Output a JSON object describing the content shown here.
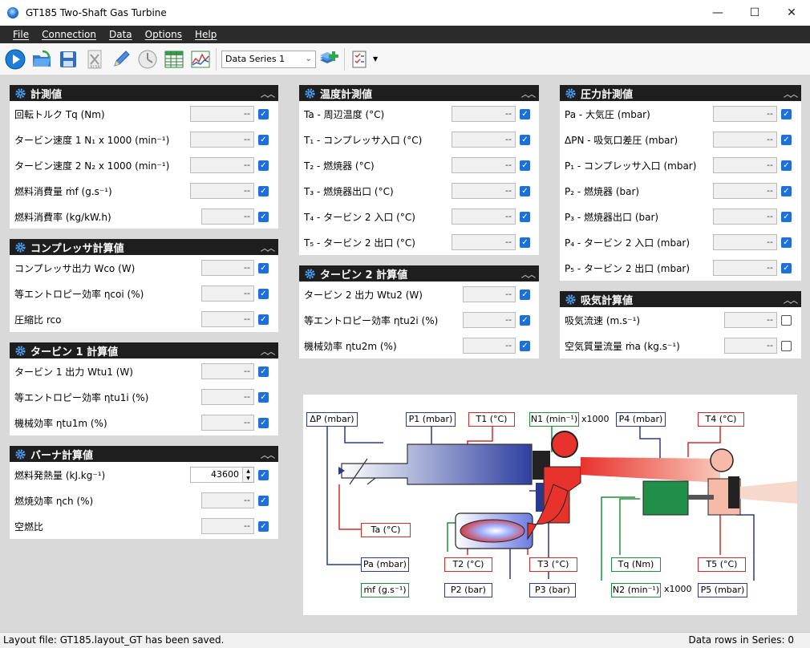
{
  "window": {
    "title": "GT185 Two-Shaft Gas Turbine",
    "minimize": "—",
    "maximize": "☐",
    "close": "✕"
  },
  "menu": {
    "file": "File",
    "connection": "Connection",
    "data": "Data",
    "options": "Options",
    "help": "Help"
  },
  "toolbar": {
    "series_selected": "Data Series 1"
  },
  "panels": {
    "measured": {
      "title": "計測値",
      "rows": [
        {
          "label": "回転トルク Tq (Nm)",
          "value": "--"
        },
        {
          "label": "タービン速度 1 N₁ x 1000 (min⁻¹)",
          "value": "--"
        },
        {
          "label": "タービン速度 2 N₂ x 1000 (min⁻¹)",
          "value": "--"
        },
        {
          "label": "燃料消費量 ṁf (g.s⁻¹)",
          "value": "--"
        },
        {
          "label": "燃料消費率 (kg/kW.h)",
          "value": "--"
        }
      ]
    },
    "compressor": {
      "title": "コンプレッサ計算値",
      "rows": [
        {
          "label": "コンプレッサ出力 Wco (W)",
          "value": "--"
        },
        {
          "label": "等エントロピー効率 ηcoi (%)",
          "value": "--"
        },
        {
          "label": "圧縮比 rco",
          "value": "--"
        }
      ]
    },
    "turbine1": {
      "title": "タービン 1 計算値",
      "rows": [
        {
          "label": "タービン 1 出力 Wtu1 (W)",
          "value": "--"
        },
        {
          "label": "等エントロピー効率 ηtu1i (%)",
          "value": "--"
        },
        {
          "label": "機械効率 ηtu1m (%)",
          "value": "--"
        }
      ]
    },
    "burner": {
      "title": "バーナ計算値",
      "rows": [
        {
          "label": "燃料発熱量 (kJ.kg⁻¹)",
          "value": "43600"
        },
        {
          "label": "燃焼効率 ηch (%)",
          "value": "--"
        },
        {
          "label": "空燃比",
          "value": "--"
        }
      ]
    },
    "temperature": {
      "title": "温度計測値",
      "rows": [
        {
          "label": "Ta - 周辺温度 (°C)",
          "value": "--"
        },
        {
          "label": "T₁ - コンプレッサ入口 (°C)",
          "value": "--"
        },
        {
          "label": "T₂ - 燃焼器 (°C)",
          "value": "--"
        },
        {
          "label": "T₃ - 燃焼器出口 (°C)",
          "value": "--"
        },
        {
          "label": "T₄ - タービン 2 入口 (°C)",
          "value": "--"
        },
        {
          "label": "T₅ - タービン 2 出口 (°C)",
          "value": "--"
        }
      ]
    },
    "turbine2": {
      "title": "タービン 2 計算値",
      "rows": [
        {
          "label": "タービン 2 出力 Wtu2 (W)",
          "value": "--"
        },
        {
          "label": "等エントロピー効率 ηtu2i (%)",
          "value": "--"
        },
        {
          "label": "機械効率 ηtu2m (%)",
          "value": "--"
        }
      ]
    },
    "pressure": {
      "title": "圧力計測値",
      "rows": [
        {
          "label": "Pa - 大気圧 (mbar)",
          "value": "--"
        },
        {
          "label": "ΔPN - 吸気口差圧 (mbar)",
          "value": "--"
        },
        {
          "label": "P₁ - コンプレッサ入口 (mbar)",
          "value": "--"
        },
        {
          "label": "P₂ - 燃焼器 (bar)",
          "value": "--"
        },
        {
          "label": "P₃ - 燃焼器出口 (bar)",
          "value": "--"
        },
        {
          "label": "P₄ - タービン 2 入口 (mbar)",
          "value": "--"
        },
        {
          "label": "P₅ - タービン 2 出口 (mbar)",
          "value": "--"
        }
      ]
    },
    "intake": {
      "title": "吸気計算値",
      "rows": [
        {
          "label": "吸気流速 (m.s⁻¹)",
          "value": "--"
        },
        {
          "label": "空気質量流量 ṁa (kg.s⁻¹)",
          "value": "--"
        }
      ]
    }
  },
  "diagram": {
    "labels": {
      "dp": "ΔP (mbar)",
      "p1": "P1 (mbar)",
      "t1": "T1 (°C)",
      "n1": "N1 (min⁻¹)",
      "x1000_a": "x1000",
      "p4": "P4 (mbar)",
      "t4": "T4 (°C)",
      "ta": "Ta (°C)",
      "pa": "Pa (mbar)",
      "t2": "T2 (°C)",
      "t3": "T3 (°C)",
      "tq": "Tq (Nm)",
      "t5": "T5 (°C)",
      "mf": "ṁf (g.s⁻¹)",
      "p2": "P2 (bar)",
      "p3": "P3 (bar)",
      "n2": "N2 (min⁻¹)",
      "x1000_b": "x1000",
      "p5": "P5 (mbar)"
    }
  },
  "status": {
    "left": "Layout file: GT185.layout_GT has been saved.",
    "right": "Data rows in Series: 0"
  }
}
